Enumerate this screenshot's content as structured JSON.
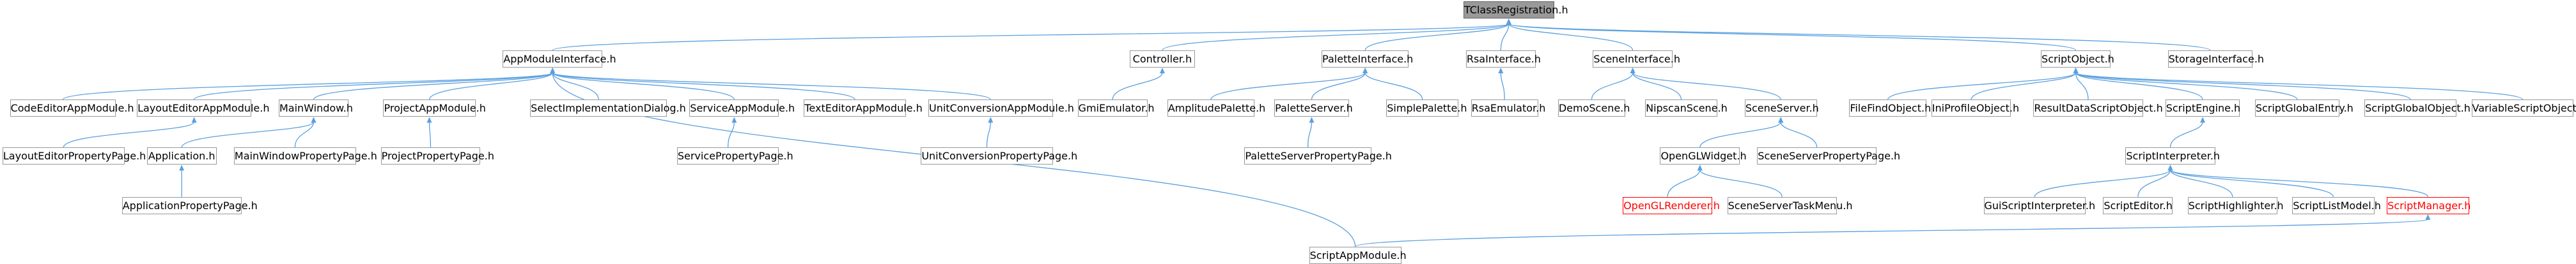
{
  "diagram": {
    "colors": {
      "edge": "#5aa0e0",
      "node_border": "#999999",
      "root_fill": "#999999",
      "highlight": "#ff0000"
    },
    "nodes": [
      {
        "id": "tclass",
        "label": "TClassRegistration.h",
        "style": "root"
      },
      {
        "id": "appmod",
        "label": "AppModuleInterface.h"
      },
      {
        "id": "controller",
        "label": "Controller.h"
      },
      {
        "id": "palette",
        "label": "PaletteInterface.h"
      },
      {
        "id": "rsa",
        "label": "RsaInterface.h"
      },
      {
        "id": "scene",
        "label": "SceneInterface.h"
      },
      {
        "id": "scriptobj",
        "label": "ScriptObject.h"
      },
      {
        "id": "storage",
        "label": "StorageInterface.h"
      },
      {
        "id": "codeeditor",
        "label": "CodeEditorAppModule.h"
      },
      {
        "id": "layouteditor",
        "label": "LayoutEditorAppModule.h"
      },
      {
        "id": "mainwindow",
        "label": "MainWindow.h"
      },
      {
        "id": "projectapp",
        "label": "ProjectAppModule.h"
      },
      {
        "id": "selectimpl",
        "label": "SelectImplementationDialog.h"
      },
      {
        "id": "serviceapp",
        "label": "ServiceAppModule.h"
      },
      {
        "id": "texteditor",
        "label": "TextEditorAppModule.h"
      },
      {
        "id": "unitconv",
        "label": "UnitConversionAppModule.h"
      },
      {
        "id": "gmi",
        "label": "GmiEmulator.h"
      },
      {
        "id": "amplitude",
        "label": "AmplitudePalette.h"
      },
      {
        "id": "paletteserver",
        "label": "PaletteServer.h"
      },
      {
        "id": "simplepalette",
        "label": "SimplePalette.h"
      },
      {
        "id": "rsaemu",
        "label": "RsaEmulator.h"
      },
      {
        "id": "demoscene",
        "label": "DemoScene.h"
      },
      {
        "id": "nipscan",
        "label": "NipscanScene.h"
      },
      {
        "id": "sceneserver",
        "label": "SceneServer.h"
      },
      {
        "id": "filefind",
        "label": "FileFindObject.h"
      },
      {
        "id": "iniprofile",
        "label": "IniProfileObject.h"
      },
      {
        "id": "resultdata",
        "label": "ResultDataScriptObject.h"
      },
      {
        "id": "scriptengine",
        "label": "ScriptEngine.h"
      },
      {
        "id": "scriptglobalentry",
        "label": "ScriptGlobalEntry.h"
      },
      {
        "id": "scriptglobalobj",
        "label": "ScriptGlobalObject.h"
      },
      {
        "id": "variablescript",
        "label": "VariableScriptObject.h"
      },
      {
        "id": "layoutprop",
        "label": "LayoutEditorPropertyPage.h"
      },
      {
        "id": "application",
        "label": "Application.h"
      },
      {
        "id": "mainwindowprop",
        "label": "MainWindowPropertyPage.h"
      },
      {
        "id": "projectprop",
        "label": "ProjectPropertyPage.h"
      },
      {
        "id": "serviceprop",
        "label": "ServicePropertyPage.h"
      },
      {
        "id": "unitconvprop",
        "label": "UnitConversionPropertyPage.h"
      },
      {
        "id": "paletteserverprop",
        "label": "PaletteServerPropertyPage.h"
      },
      {
        "id": "openglwidget",
        "label": "OpenGLWidget.h"
      },
      {
        "id": "sceneserverprop",
        "label": "SceneServerPropertyPage.h"
      },
      {
        "id": "scriptinterp",
        "label": "ScriptInterpreter.h"
      },
      {
        "id": "appprop",
        "label": "ApplicationPropertyPage.h"
      },
      {
        "id": "openglrenderer",
        "label": "OpenGLRenderer.h",
        "style": "red"
      },
      {
        "id": "sceneservertask",
        "label": "SceneServerTaskMenu.h"
      },
      {
        "id": "guiscript",
        "label": "GuiScriptInterpreter.h"
      },
      {
        "id": "scripteditor",
        "label": "ScriptEditor.h"
      },
      {
        "id": "scripthighlighter",
        "label": "ScriptHighlighter.h"
      },
      {
        "id": "scriptlistmodel",
        "label": "ScriptListModel.h"
      },
      {
        "id": "scriptmanager",
        "label": "ScriptManager.h",
        "style": "red"
      },
      {
        "id": "scriptappmodule",
        "label": "ScriptAppModule.h"
      }
    ],
    "edges": [
      {
        "from": "appmod",
        "to": "tclass"
      },
      {
        "from": "controller",
        "to": "tclass"
      },
      {
        "from": "palette",
        "to": "tclass"
      },
      {
        "from": "rsa",
        "to": "tclass"
      },
      {
        "from": "scene",
        "to": "tclass"
      },
      {
        "from": "scriptobj",
        "to": "tclass"
      },
      {
        "from": "storage",
        "to": "tclass"
      },
      {
        "from": "codeeditor",
        "to": "appmod"
      },
      {
        "from": "layouteditor",
        "to": "appmod"
      },
      {
        "from": "mainwindow",
        "to": "appmod"
      },
      {
        "from": "projectapp",
        "to": "appmod"
      },
      {
        "from": "selectimpl",
        "to": "appmod"
      },
      {
        "from": "serviceapp",
        "to": "appmod"
      },
      {
        "from": "texteditor",
        "to": "appmod"
      },
      {
        "from": "unitconv",
        "to": "appmod"
      },
      {
        "from": "scriptappmodule",
        "to": "appmod"
      },
      {
        "from": "gmi",
        "to": "controller"
      },
      {
        "from": "amplitude",
        "to": "palette"
      },
      {
        "from": "paletteserver",
        "to": "palette"
      },
      {
        "from": "simplepalette",
        "to": "palette"
      },
      {
        "from": "rsaemu",
        "to": "rsa"
      },
      {
        "from": "demoscene",
        "to": "scene"
      },
      {
        "from": "nipscan",
        "to": "scene"
      },
      {
        "from": "sceneserver",
        "to": "scene"
      },
      {
        "from": "filefind",
        "to": "scriptobj"
      },
      {
        "from": "iniprofile",
        "to": "scriptobj"
      },
      {
        "from": "resultdata",
        "to": "scriptobj"
      },
      {
        "from": "scriptengine",
        "to": "scriptobj"
      },
      {
        "from": "scriptglobalentry",
        "to": "scriptobj"
      },
      {
        "from": "scriptglobalobj",
        "to": "scriptobj"
      },
      {
        "from": "variablescript",
        "to": "scriptobj"
      },
      {
        "from": "layoutprop",
        "to": "layouteditor"
      },
      {
        "from": "application",
        "to": "mainwindow"
      },
      {
        "from": "mainwindowprop",
        "to": "mainwindow"
      },
      {
        "from": "projectprop",
        "to": "projectapp"
      },
      {
        "from": "serviceprop",
        "to": "serviceapp"
      },
      {
        "from": "unitconvprop",
        "to": "unitconv"
      },
      {
        "from": "paletteserverprop",
        "to": "paletteserver"
      },
      {
        "from": "openglwidget",
        "to": "sceneserver"
      },
      {
        "from": "sceneserverprop",
        "to": "sceneserver"
      },
      {
        "from": "scriptinterp",
        "to": "scriptengine"
      },
      {
        "from": "appprop",
        "to": "application"
      },
      {
        "from": "openglrenderer",
        "to": "openglwidget"
      },
      {
        "from": "sceneservertask",
        "to": "openglwidget"
      },
      {
        "from": "guiscript",
        "to": "scriptinterp"
      },
      {
        "from": "scripteditor",
        "to": "scriptinterp"
      },
      {
        "from": "scripthighlighter",
        "to": "scriptinterp"
      },
      {
        "from": "scriptlistmodel",
        "to": "scriptinterp"
      },
      {
        "from": "scriptmanager",
        "to": "scriptinterp"
      },
      {
        "from": "scriptappmodule",
        "to": "scriptmanager"
      }
    ]
  }
}
